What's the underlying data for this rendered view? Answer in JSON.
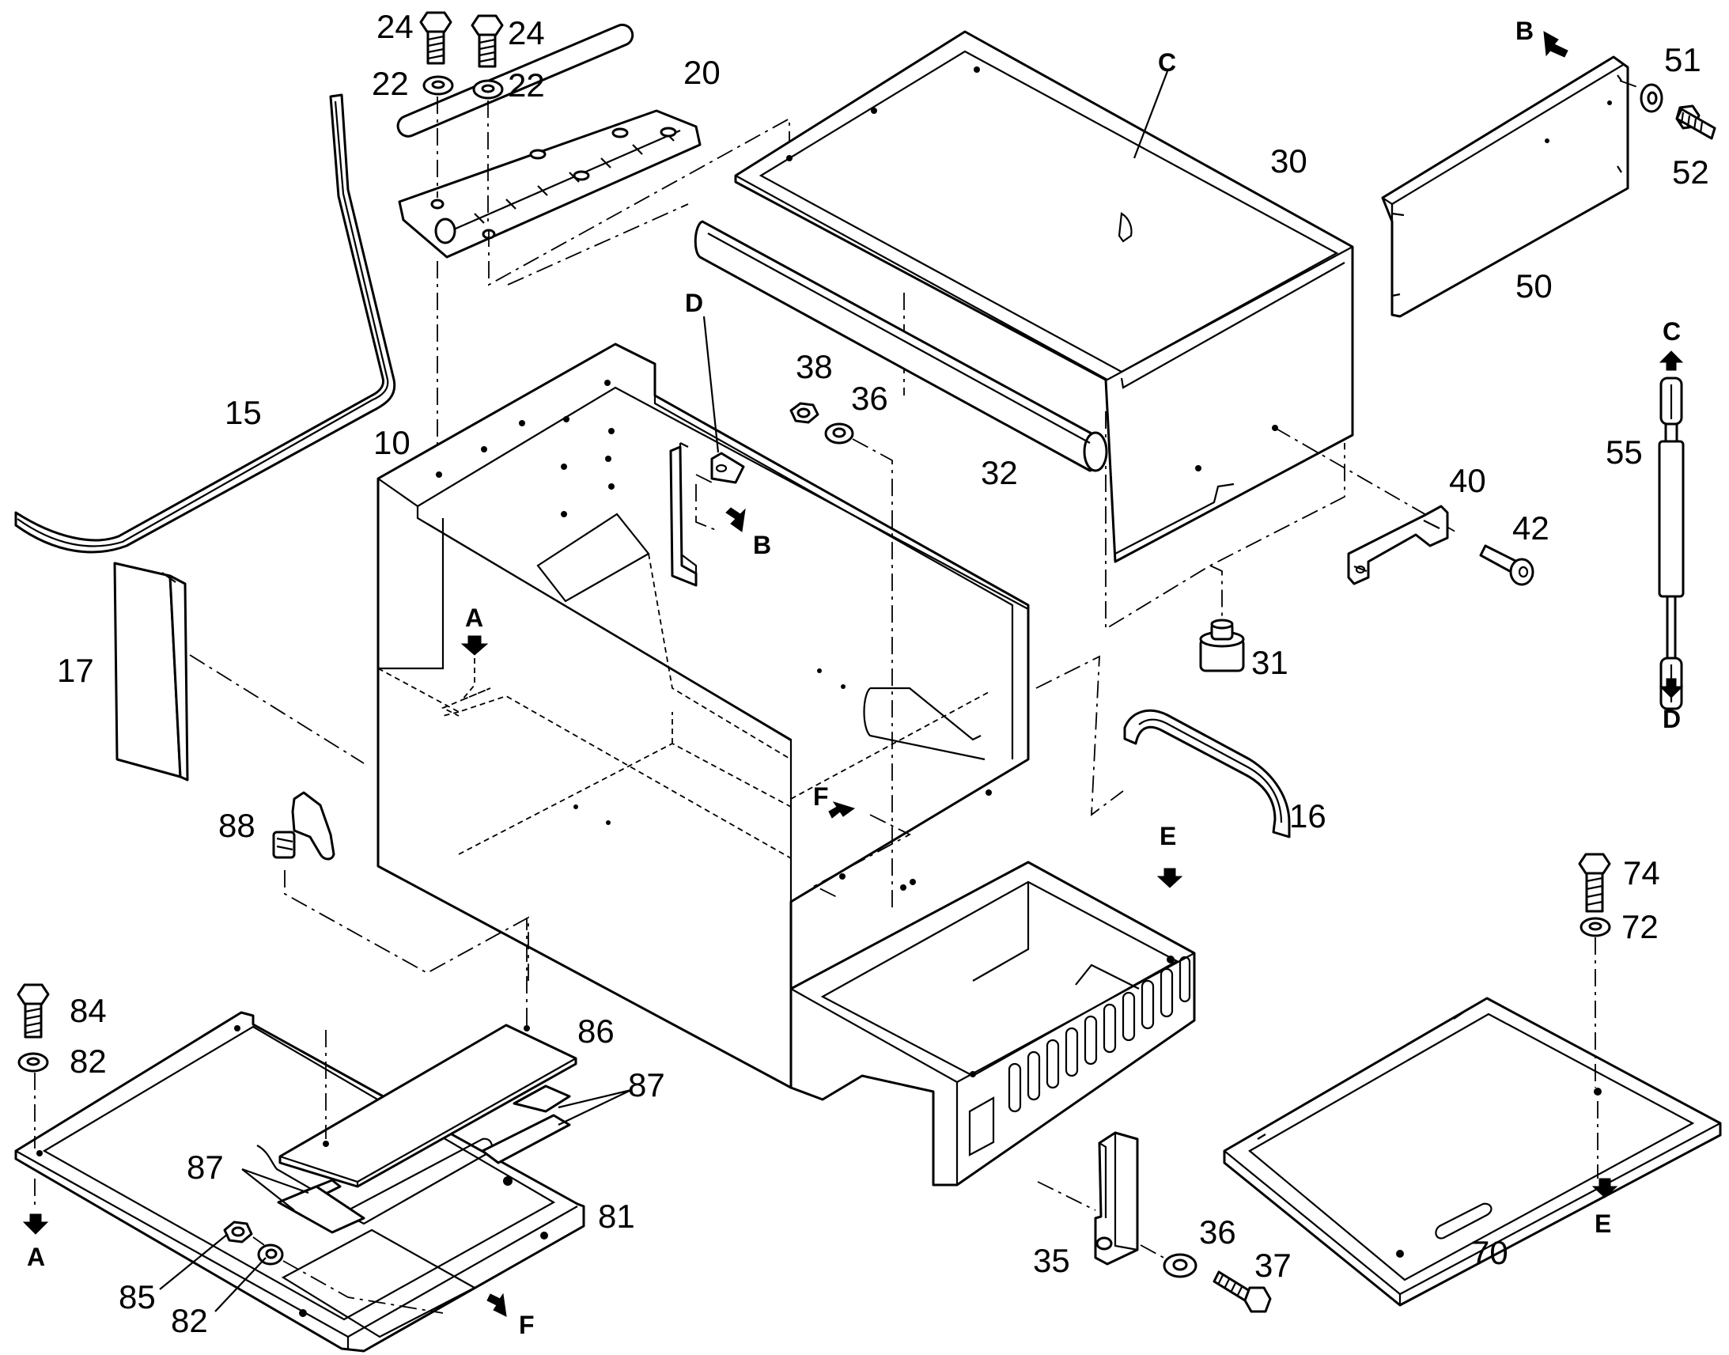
{
  "part_numbers": {
    "p10": "10",
    "p15": "15",
    "p16": "16",
    "p17": "17",
    "p20": "20",
    "p22a": "22",
    "p22b": "22",
    "p24a": "24",
    "p24b": "24",
    "p30": "30",
    "p31": "31",
    "p32": "32",
    "p35": "35",
    "p36a": "36",
    "p36b": "36",
    "p37": "37",
    "p38": "38",
    "p40": "40",
    "p42": "42",
    "p50": "50",
    "p51": "51",
    "p52": "52",
    "p55": "55",
    "p70": "70",
    "p72": "72",
    "p74": "74",
    "p81": "81",
    "p82a": "82",
    "p82b": "82",
    "p84": "84",
    "p85": "85",
    "p86": "86",
    "p87a": "87",
    "p87b": "87",
    "p88": "88"
  },
  "reference_letters": {
    "A_top": "A",
    "A_bottom": "A",
    "B_top": "B",
    "B_mid": "B",
    "C_top": "C",
    "C_right": "C",
    "D_mid": "D",
    "D_right": "D",
    "E_mid": "E",
    "E_right": "E",
    "F_mid": "F",
    "F_bottom": "F"
  }
}
